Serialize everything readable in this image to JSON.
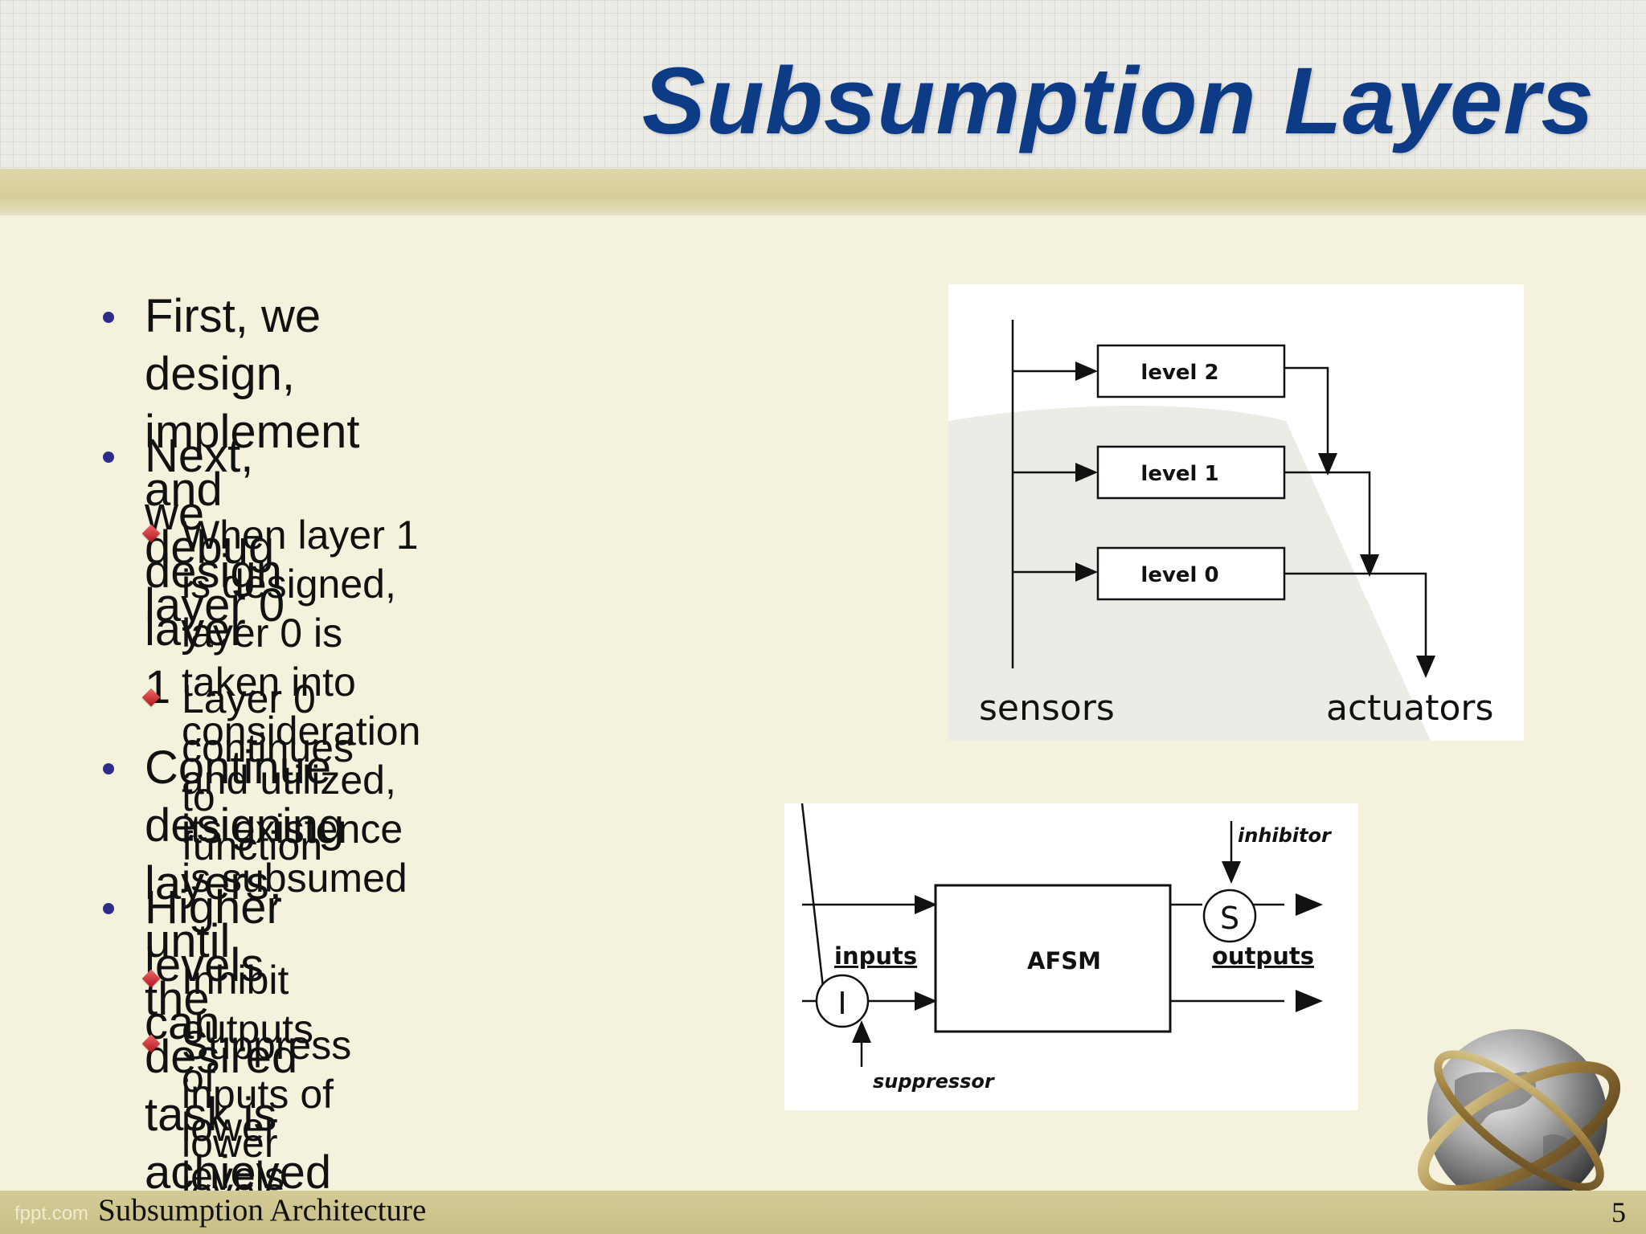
{
  "slide": {
    "title": "Subsumption Layers",
    "footer_brand": "fppt.com",
    "footer_title": "Subsumption Architecture",
    "page_number": "5"
  },
  "bullets": [
    {
      "level": 1,
      "text_lines": [
        "First, we design, implement and",
        "debug layer 0"
      ]
    },
    {
      "level": 1,
      "text_lines": [
        "Next, we design layer 1"
      ]
    },
    {
      "level": 2,
      "text_lines": [
        "When layer 1 is designed, layer 0 is",
        "taken into consideration and utilized,",
        "its existence is subsumed"
      ]
    },
    {
      "level": 2,
      "text_lines": [
        "Layer 0 continues to function"
      ]
    },
    {
      "level": 1,
      "text_lines": [
        "Continue designing layers, until",
        "the desired task is achieved"
      ]
    },
    {
      "level": 1,
      "text_lines": [
        "Higher levels can"
      ]
    },
    {
      "level": 2,
      "text_lines": [
        "Inhibit outputs of lower levels"
      ]
    },
    {
      "level": 2,
      "text_lines": [
        "Suppress inputs of lower levels"
      ]
    }
  ],
  "layers_diagram": {
    "levels": [
      "level 2",
      "level 1",
      "level 0"
    ],
    "left_label": "sensors",
    "right_label": "actuators"
  },
  "afsm_diagram": {
    "box_label": "AFSM",
    "inputs_label": "inputs",
    "outputs_label": "outputs",
    "inhibitor_label": "inhibitor",
    "suppressor_label": "suppressor",
    "suppress_node": "S",
    "inhibit_node": "I"
  },
  "colors": {
    "title": "#0d3b86",
    "background": "#f4f2dd",
    "bullet_dot": "#2d2c8c",
    "bullet_diamond": "#c4161c",
    "footer_band": "#d3ca96"
  },
  "icons": {
    "level1_bullet": "circle-bullet-icon",
    "level2_bullet": "red-diamond-bullet-icon",
    "decoration": "globe-icon"
  }
}
